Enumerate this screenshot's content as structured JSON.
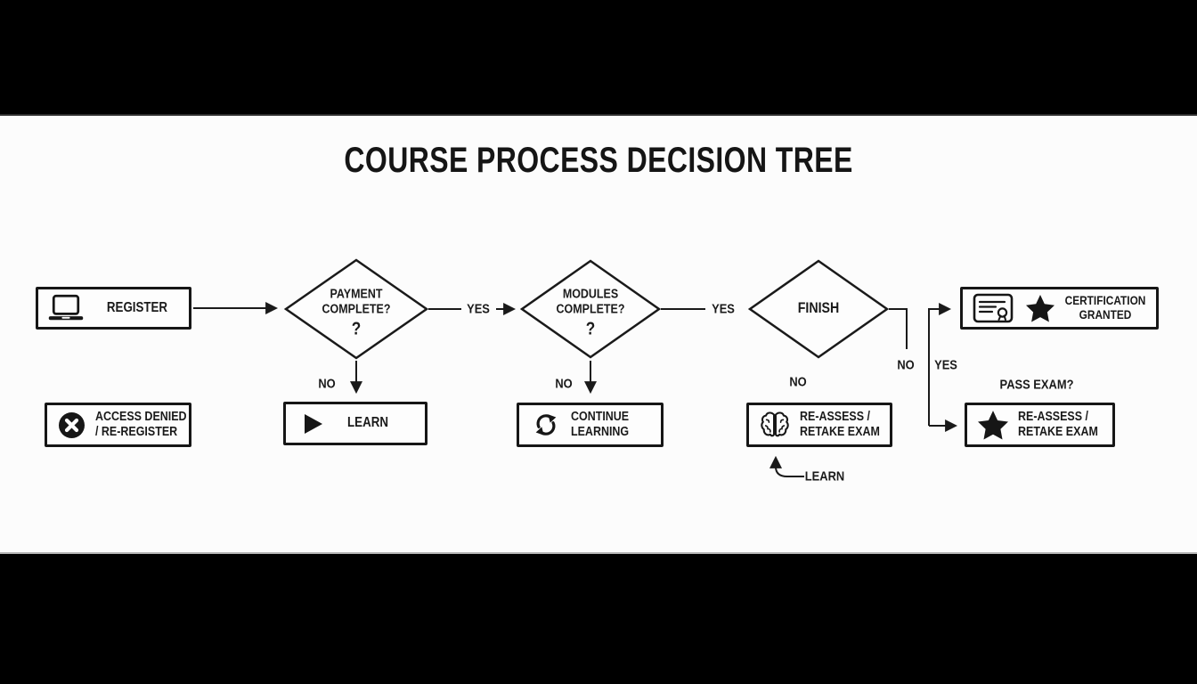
{
  "frame": {
    "title": "COURSE PROCESS DECISION TREE"
  },
  "nodes": {
    "register": {
      "label": "REGISTER",
      "icon": "laptop-icon"
    },
    "access_denied": {
      "line1": "ACCESS DENIED",
      "line2": "/ RE-REGISTER",
      "icon": "x-circle-icon"
    },
    "payment_decision": {
      "line1": "PAYMENT",
      "line2": "COMPLETE?",
      "mark": "?"
    },
    "learn": {
      "label": "LEARN",
      "icon": "play-icon"
    },
    "modules_decision": {
      "line1": "MODULES",
      "line2": "COMPLETE?",
      "mark": "?"
    },
    "continue_learning": {
      "line1": "CONTINUE",
      "line2": "LEARNING",
      "icon": "refresh-icon"
    },
    "finish_decision": {
      "label": "FINISH"
    },
    "reassess_retake": {
      "line1": "RE-ASSESS /",
      "line2": "RETAKE EXAM",
      "icon": "brain-icon"
    },
    "certification_granted": {
      "line1": "CERTIFICATION",
      "line2": "GRANTED",
      "icons": "certificate-icon, star-icon"
    },
    "pass_exam_question": {
      "label": "PASS EXAM?"
    },
    "reassess_retake_exam": {
      "line1": "RE-ASSESS /",
      "line2": "RETAKE EXAM",
      "icon": "star-icon"
    }
  },
  "edge_labels": {
    "payment_yes": "YES",
    "payment_no": "NO",
    "modules_yes": "YES",
    "modules_no": "NO",
    "finish_no_below": "NO",
    "finish_no_elbow": "NO",
    "finish_yes": "YES",
    "learn_annotation": "LEARN"
  },
  "colors": {
    "ink": "#1a1a1a",
    "canvas": "#fcfcfc",
    "letterbox": "#000000"
  }
}
